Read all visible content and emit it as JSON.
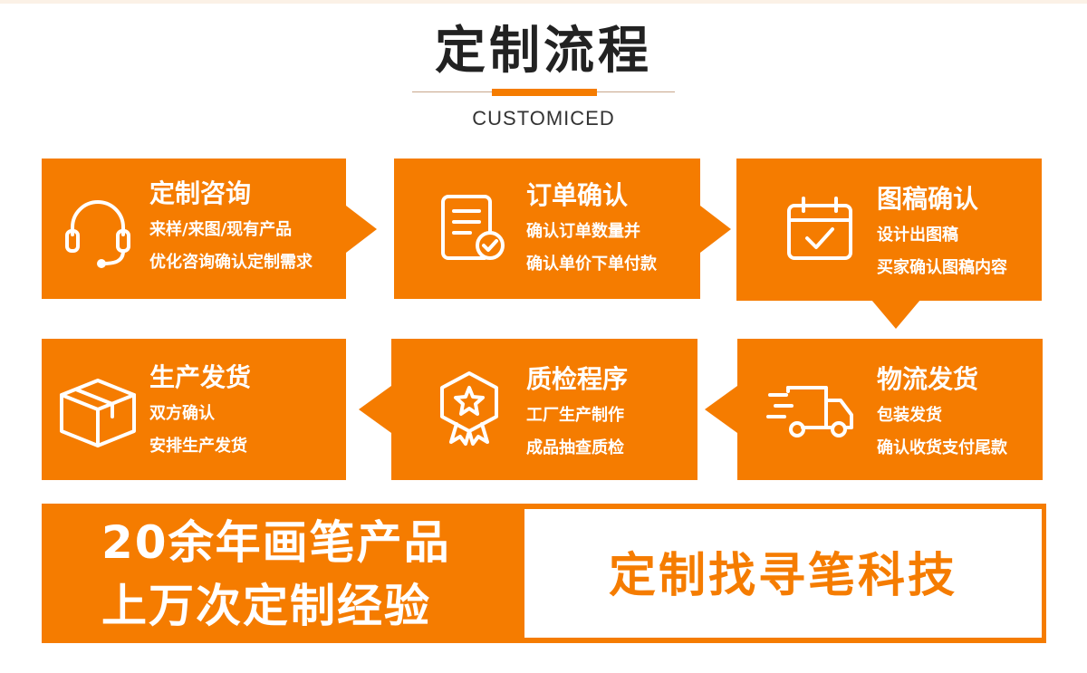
{
  "header": {
    "title": "定制流程",
    "subtitle": "CUSTOMICED"
  },
  "steps": [
    {
      "title": "定制咨询",
      "line1": "来样/来图/现有产品",
      "line2": "优化咨询确认定制需求",
      "icon": "headset-icon"
    },
    {
      "title": "订单确认",
      "line1": "确认订单数量并",
      "line2": "确认单价下单付款",
      "icon": "document-check-icon"
    },
    {
      "title": "图稿确认",
      "line1": "设计出图稿",
      "line2": "买家确认图稿内容",
      "icon": "calendar-check-icon"
    },
    {
      "title": "物流发货",
      "line1": "包装发货",
      "line2": "确认收货支付尾款",
      "icon": "delivery-truck-icon"
    },
    {
      "title": "质检程序",
      "line1": "工厂生产制作",
      "line2": "成品抽查质检",
      "icon": "quality-badge-icon"
    },
    {
      "title": "生产发货",
      "line1": "双方确认",
      "line2": "安排生产发货",
      "icon": "package-box-icon"
    }
  ],
  "banner": {
    "line1": "20余年画笔产品",
    "line2": "上万次定制经验",
    "slogan": "定制找寻笔科技"
  },
  "colors": {
    "accent": "#f57c00",
    "text": "#222222",
    "background": "#ffffff"
  }
}
